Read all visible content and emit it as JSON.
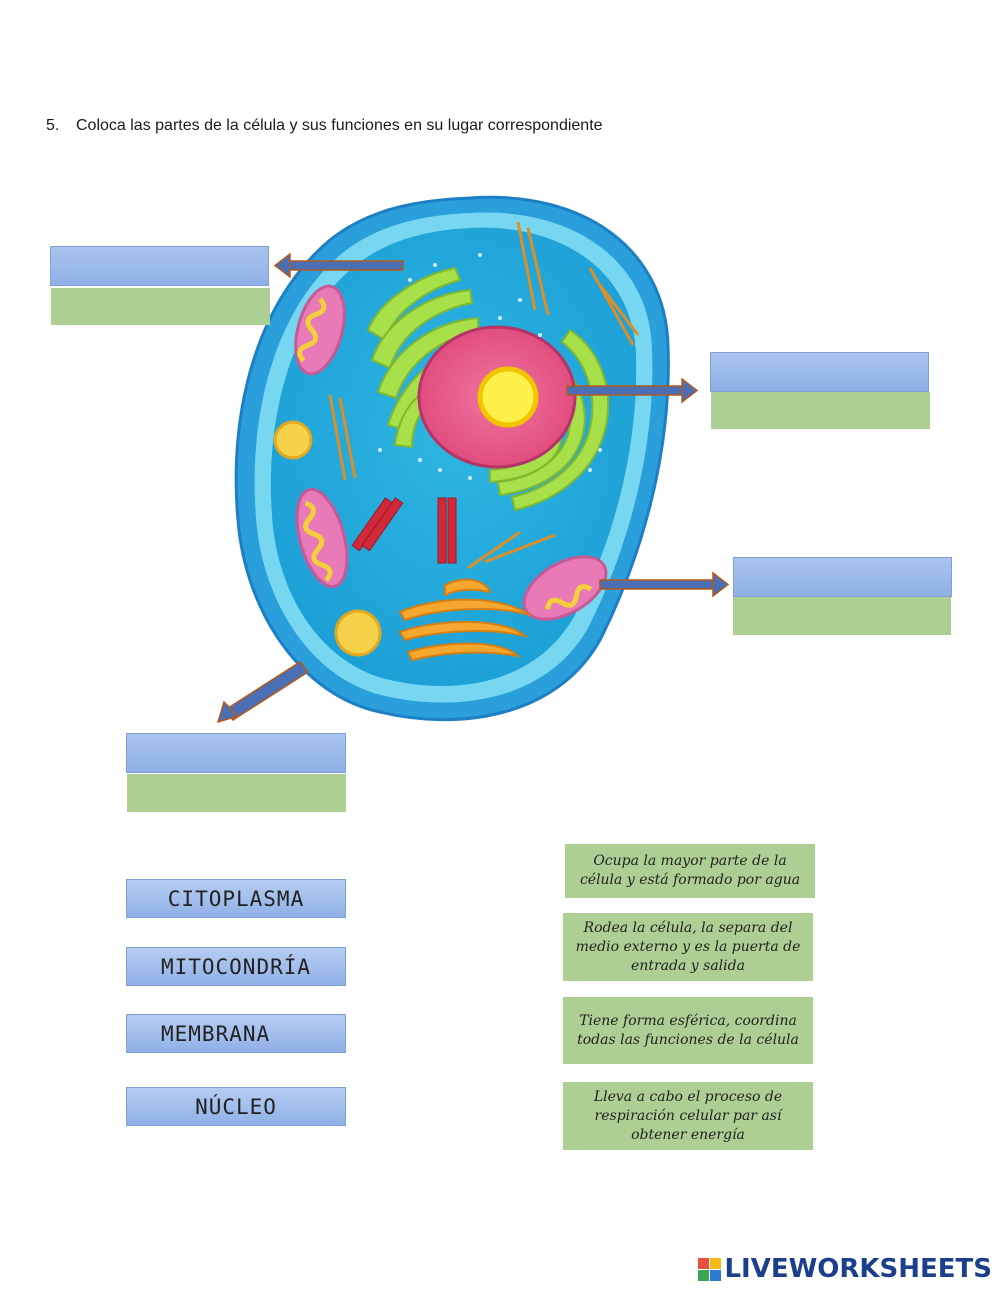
{
  "question": {
    "number": "5.",
    "text": "Coloca las partes de la célula y sus funciones en su lugar correspondiente"
  },
  "word_bank": [
    "CITOPLASMA",
    "MITOCONDRÍA",
    "MEMBRANA",
    "NÚCLEO"
  ],
  "functions": [
    "Ocupa la mayor parte de la célula y está formado por agua",
    "Rodea la célula, la separa del medio externo y es la puerta de entrada y salida",
    "Tiene forma esférica, coordina todas las funciones de la célula",
    "Lleva a cabo el proceso de respiración celular par así obtener energía"
  ],
  "brand": {
    "name": "LIVEWORKSHEETS",
    "color": "#1b3f8a"
  },
  "colors": {
    "label_box": "#9ab8ea",
    "function_box": "#aecf94",
    "cell_membrane": "#2fa6df",
    "cytoplasm": "#4ec3e8",
    "nucleus": "#e85a8a",
    "nucleolus": "#fff04a",
    "arrow": "#4a6fb5"
  },
  "icons": [
    "cell-diagram-icon",
    "arrow-icon",
    "liveworksheets-logo-icon"
  ]
}
